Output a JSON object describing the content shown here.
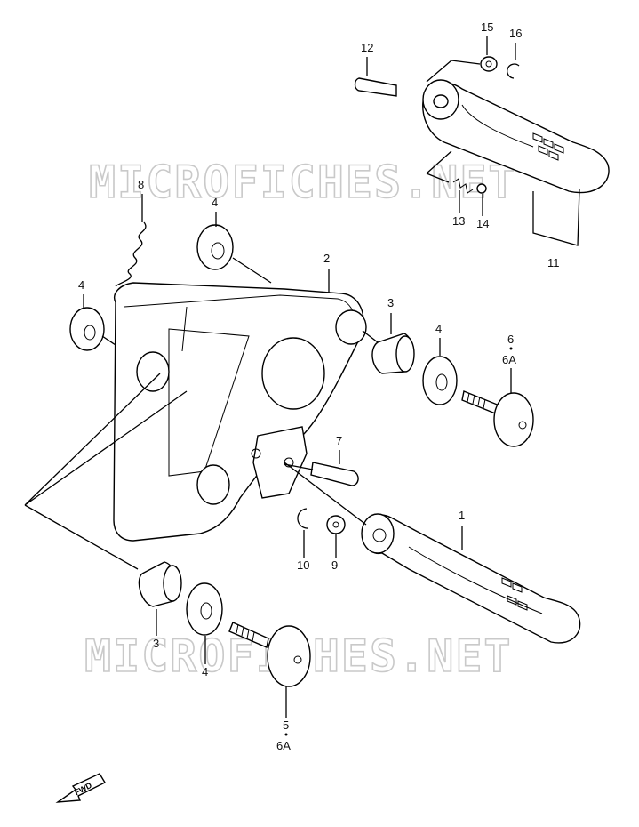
{
  "watermark": "MICROFICHES.NET",
  "fwd_label": "FWD",
  "callouts": {
    "c1": "1",
    "c2": "2",
    "c3a": "3",
    "c3b": "3",
    "c4a": "4",
    "c4b": "4",
    "c4c": "4",
    "c4d": "4",
    "c5": "5",
    "c6": "6",
    "c6a_top": "6A",
    "c6a_bot": "6A",
    "c7": "7",
    "c8": "8",
    "c9": "9",
    "c10": "10",
    "c11": "11",
    "c12": "12",
    "c13": "13",
    "c14": "14",
    "c15": "15",
    "c16": "16"
  }
}
